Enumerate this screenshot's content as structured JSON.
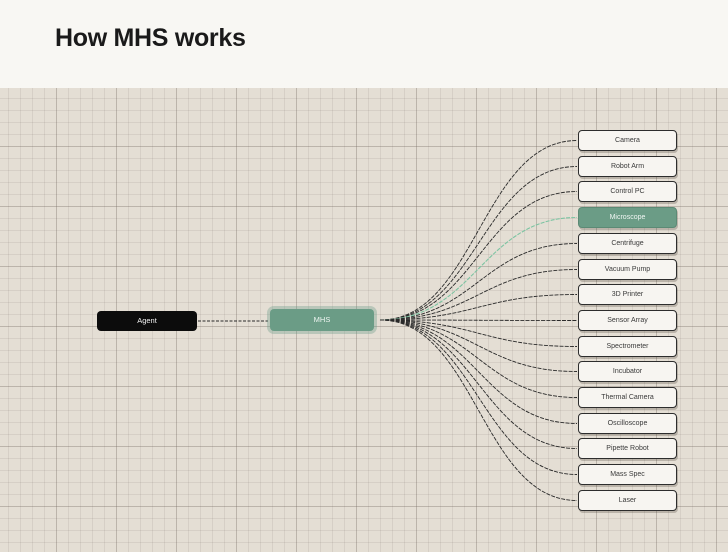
{
  "header": {
    "title": "How MHS works"
  },
  "agent": {
    "label": "Agent"
  },
  "hub": {
    "label": "MHS"
  },
  "devices": [
    {
      "label": "Camera",
      "active": false
    },
    {
      "label": "Robot Arm",
      "active": false
    },
    {
      "label": "Control PC",
      "active": false
    },
    {
      "label": "Microscope",
      "active": true
    },
    {
      "label": "Centrifuge",
      "active": false
    },
    {
      "label": "Vacuum Pump",
      "active": false
    },
    {
      "label": "3D Printer",
      "active": false
    },
    {
      "label": "Sensor Array",
      "active": false
    },
    {
      "label": "Spectrometer",
      "active": false
    },
    {
      "label": "Incubator",
      "active": false
    },
    {
      "label": "Thermal Camera",
      "active": false
    },
    {
      "label": "Oscilloscope",
      "active": false
    },
    {
      "label": "Pipette Robot",
      "active": false
    },
    {
      "label": "Mass Spec",
      "active": false
    },
    {
      "label": "Laser",
      "active": false
    }
  ],
  "colors": {
    "accent": "#6b9c86",
    "wire": "#2a2a2a",
    "active_wire": "#7cc4a2",
    "agent": "#0c0c0c"
  }
}
